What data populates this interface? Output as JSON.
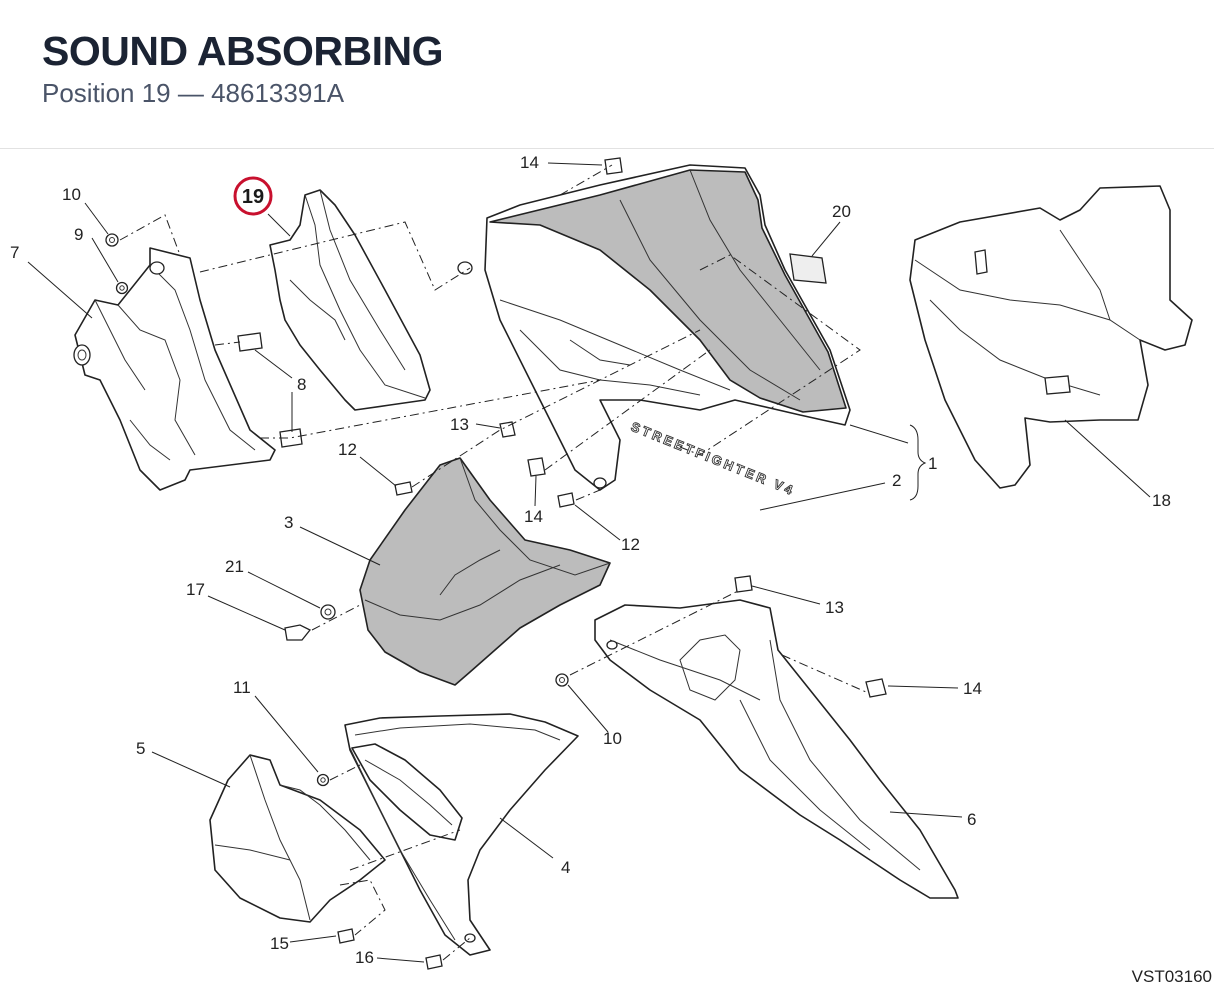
{
  "header": {
    "title": "SOUND ABSORBING",
    "subtitle": "Position 19 — 48613391A"
  },
  "diagram": {
    "highlight_callout": "19",
    "highlight_color": "#c8102e",
    "part_shade_color": "#bcbcbc",
    "callouts": {
      "c1": "1",
      "c2": "2",
      "c3": "3",
      "c4": "4",
      "c5": "5",
      "c6": "6",
      "c7": "7",
      "c8": "8",
      "c9": "9",
      "c10a": "10",
      "c10b": "10",
      "c11": "11",
      "c12a": "12",
      "c12b": "12",
      "c13a": "13",
      "c13b": "13",
      "c14a": "14",
      "c14b": "14",
      "c14c": "14",
      "c15": "15",
      "c16": "16",
      "c17": "17",
      "c18": "18",
      "c20": "20",
      "c21": "21"
    },
    "panel_lettering": "STREETFIGHTER V4",
    "drawing_code": "VST03160"
  }
}
